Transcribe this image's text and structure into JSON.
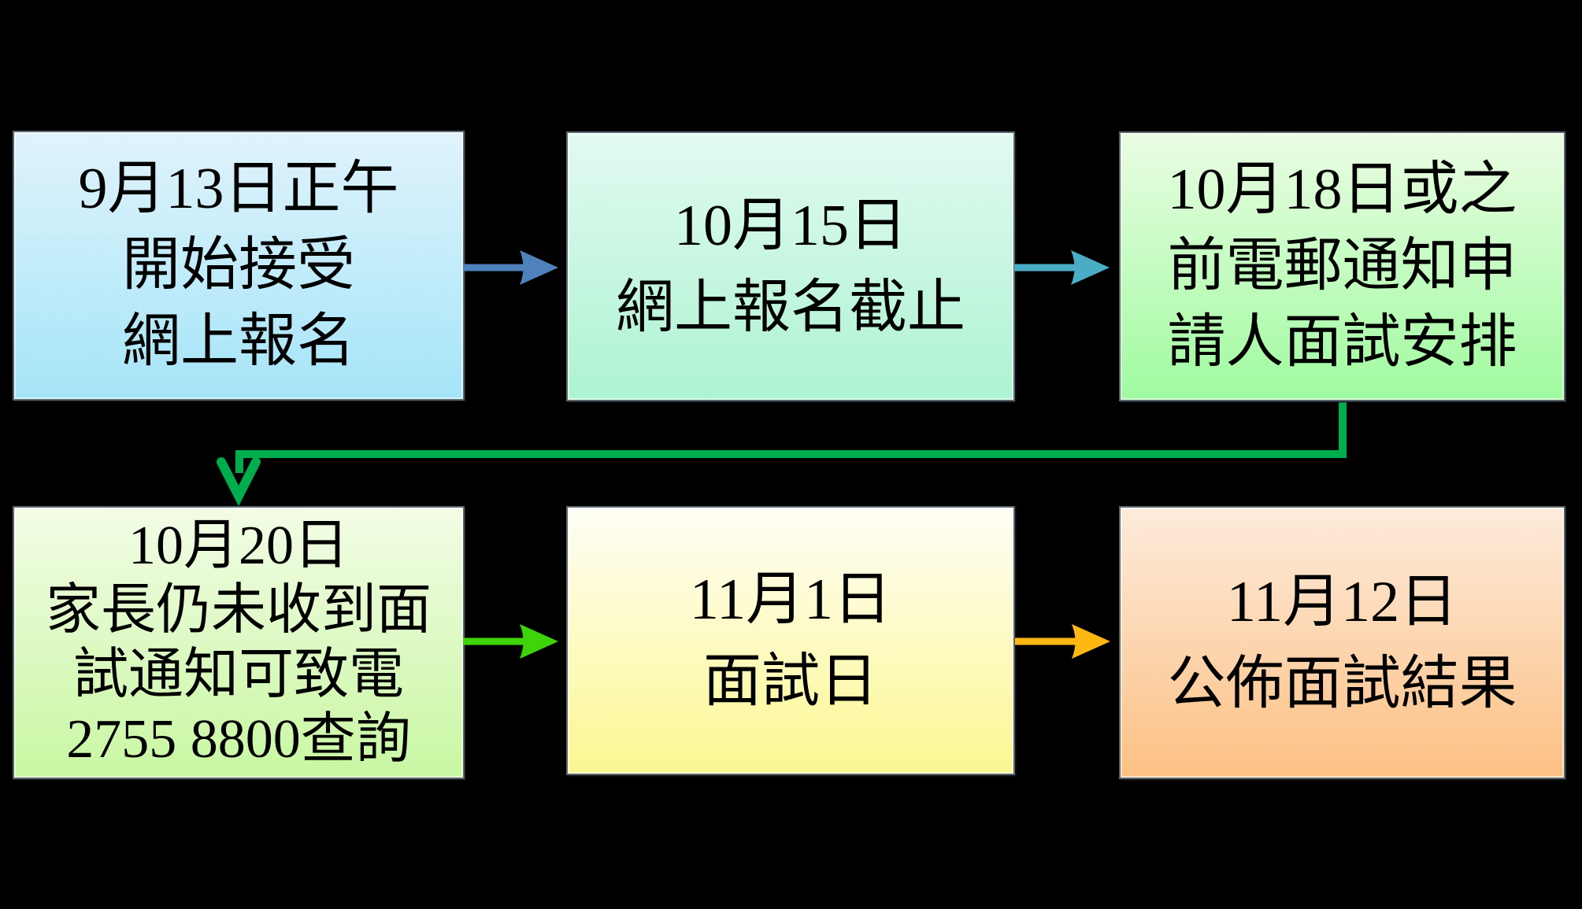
{
  "diagram": {
    "title": "admission-timeline-flowchart",
    "background_color": "#000000",
    "text_color": "#000000",
    "boxes": [
      {
        "id": "step-1",
        "lines": [
          "9月13日正午",
          "開始接受",
          "網上報名"
        ],
        "gradient_top": "#e0f3fc",
        "gradient_bottom": "#a5e5f8"
      },
      {
        "id": "step-2",
        "lines": [
          "10月15日",
          "網上報名截止"
        ],
        "gradient_top": "#e2faf1",
        "gradient_bottom": "#adf3d1"
      },
      {
        "id": "step-3",
        "lines": [
          "10月18日或之",
          "前電郵通知申",
          "請人面試安排"
        ],
        "gradient_top": "#eafce3",
        "gradient_bottom": "#a0fba0"
      },
      {
        "id": "step-4",
        "lines": [
          "10月20日",
          "家長仍未收到面",
          "試通知可致電",
          "2755 8800查詢"
        ],
        "gradient_top": "#f3fce6",
        "gradient_bottom": "#c8f7a2"
      },
      {
        "id": "step-5",
        "lines": [
          "11月1日",
          "面試日"
        ],
        "gradient_top": "#fffef6",
        "gradient_bottom": "#fbf791"
      },
      {
        "id": "step-6",
        "lines": [
          "11月12日",
          "公佈面試結果"
        ],
        "gradient_top": "#fdebdc",
        "gradient_bottom": "#fcc083"
      }
    ],
    "arrows": [
      {
        "id": "arrow-step1-to-step2",
        "color": "#4f81bd"
      },
      {
        "id": "arrow-step2-to-step3",
        "color": "#4bacc6"
      },
      {
        "id": "arrow-step4-to-step5",
        "color": "#3ed40a"
      },
      {
        "id": "arrow-step5-to-step6",
        "color": "#fdb713"
      }
    ],
    "connector": {
      "id": "connector-step3-to-step4",
      "color": "#00ad4e"
    }
  }
}
